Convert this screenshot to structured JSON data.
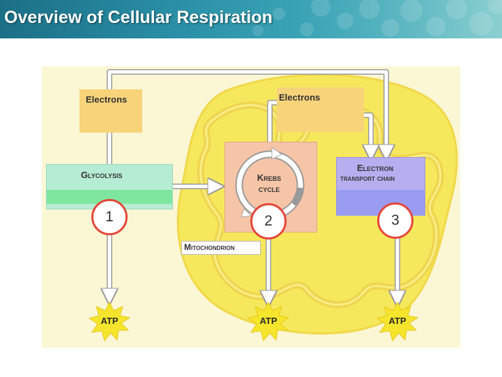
{
  "slide": {
    "title": "Overview of Cellular Respiration"
  },
  "diagram": {
    "electrons_left": "Electrons",
    "electrons_center": "Electrons",
    "glycolysis": "Glycolysis",
    "krebs_line1": "Krebs",
    "krebs_line2": "cycle",
    "etc_line1": "Electron",
    "etc_line2": "transport chain",
    "mitochondrion": "Mitochondrion",
    "steps": [
      "1",
      "2",
      "3"
    ],
    "atp": [
      "ATP",
      "ATP",
      "ATP"
    ]
  },
  "colors": {
    "background": "#fbf7d4",
    "mitochondrion": "#f6e85c",
    "electrons_box": "#f7d37a",
    "glycolysis_box": "#a8e8c8",
    "krebs_box": "#f6c5a8",
    "etc_box": "#b7aef0",
    "step_circle_border": "#e4473a",
    "atp_burst": "#f5e52c"
  }
}
